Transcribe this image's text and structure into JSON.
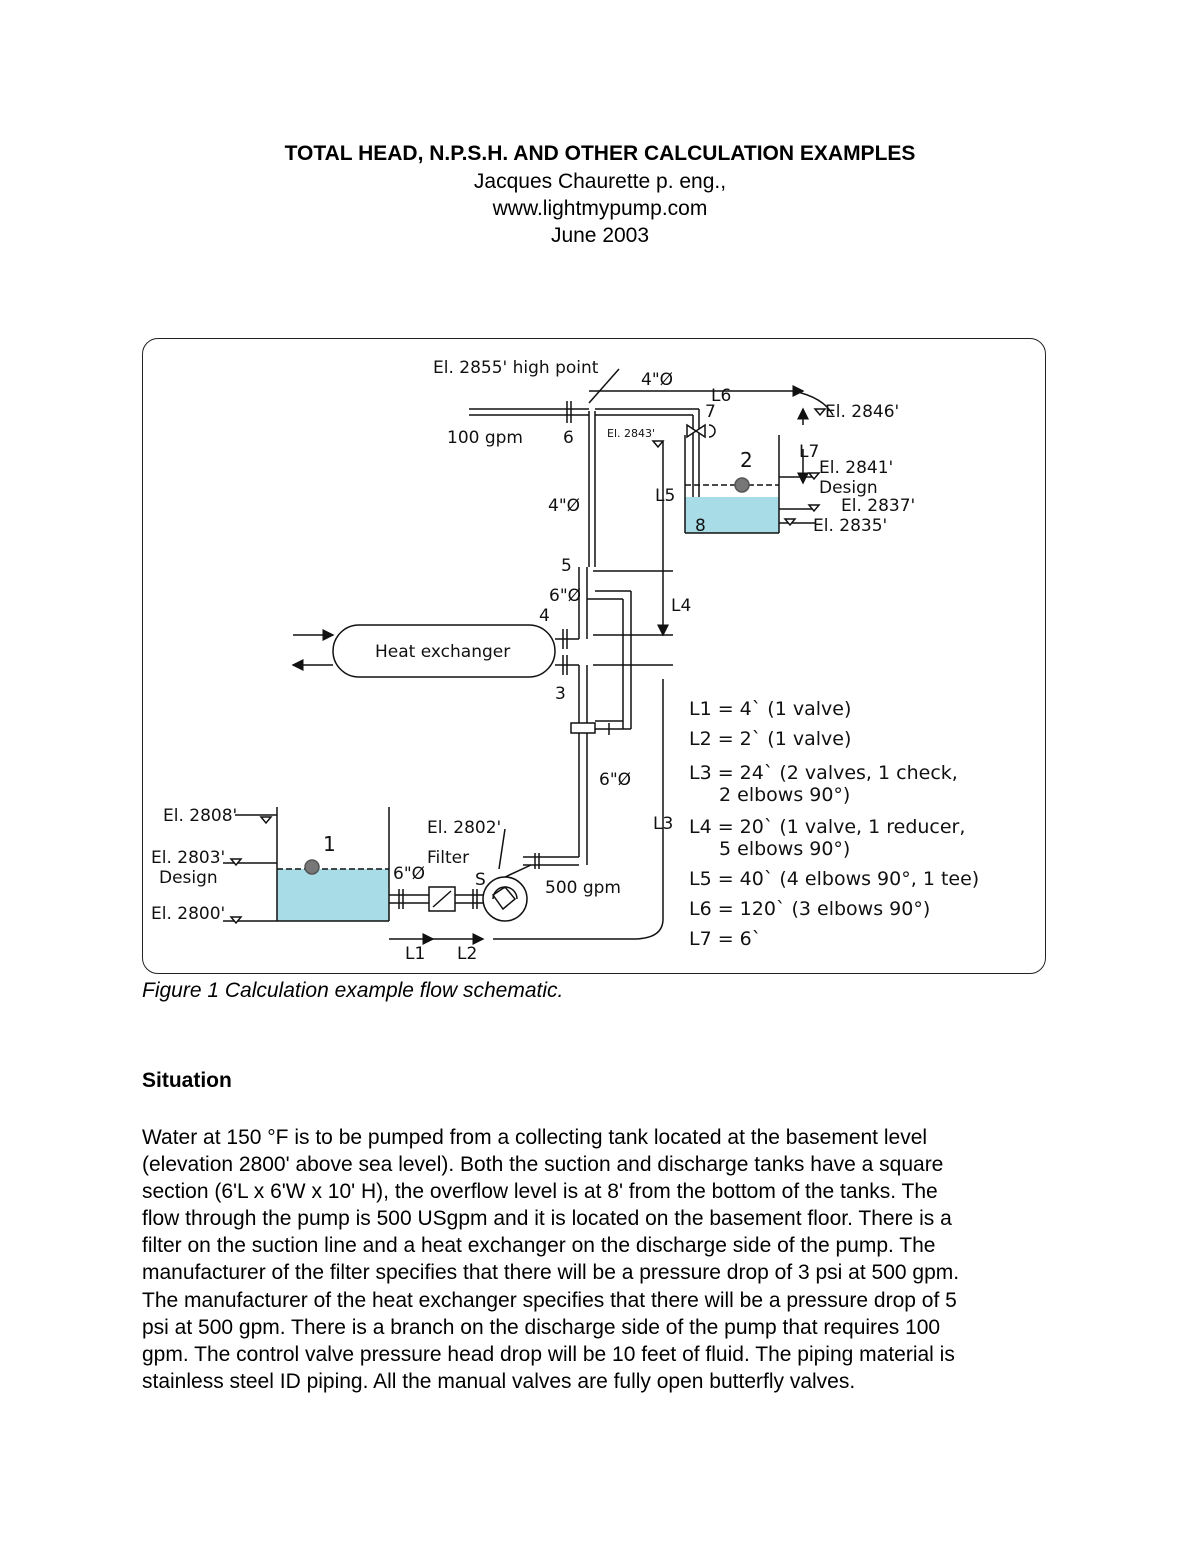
{
  "header": {
    "title": "TOTAL HEAD, N.P.S.H. AND OTHER CALCULATION EXAMPLES",
    "author": "Jacques Chaurette p. eng.,",
    "website": "www.lightmypump.com",
    "date": "June 2003"
  },
  "figure": {
    "caption": "Figure 1 Calculation example flow schematic.",
    "labels": {
      "high_point": "El. 2855' high point",
      "flow_branch": "100 gpm",
      "pt6": "6",
      "pt7": "7",
      "pt8": "8",
      "pt5": "5",
      "pt4": "4",
      "pt3": "3",
      "pt_s": "S",
      "tank2": "2",
      "tank1": "1",
      "el_2843": "El. 2843'",
      "el_2846": "El. 2846'",
      "el_2841": "El. 2841'",
      "design2": "Design",
      "el_2837": "El. 2837'",
      "el_2835": "El. 2835'",
      "dia_4_top": "4\"Ø",
      "dia_4_mid": "4\"Ø",
      "dia_6_a": "6\"Ø",
      "dia_6_b": "6\"Ø",
      "dia_6_c": "6\"Ø",
      "heat_exchanger": "Heat exchanger",
      "filter": "Filter",
      "el_2802": "El. 2802'",
      "el_2808": "El. 2808'",
      "el_2803": "El. 2803'",
      "design1": "Design",
      "el_2800": "El. 2800'",
      "flow_pump": "500 gpm",
      "l1_dim": "L1",
      "l2_dim": "L2",
      "l3_dim": "L3",
      "l4_dim": "L4",
      "l5_dim": "L5",
      "l6_dim": "L6",
      "l7_dim": "L7"
    },
    "legend": [
      "L1 = 4` (1 valve)",
      "L2 = 2` (1 valve)",
      "L3 = 24` (2 valves, 1 check,",
      "2 elbows 90°)",
      "L4 = 20` (1 valve, 1 reducer,",
      "5 elbows 90°)",
      "L5 = 40` (4 elbows 90°, 1 tee)",
      "L6 = 120` (3 elbows 90°)",
      "L7 = 6`"
    ],
    "colors": {
      "water": "#a8dce6",
      "line": "#111111",
      "ball": "#777777"
    }
  },
  "situation": {
    "title": "Situation",
    "lines": [
      "Water at 150 °F is to be pumped from a collecting tank located at the basement level",
      "(elevation 2800' above sea level). Both the suction and discharge tanks have a square",
      "section (6'L x 6'W x 10' H), the overflow level is at 8' from the bottom of the tanks. The",
      "flow through the pump is 500 USgpm and it is located on the basement floor. There is a",
      "filter on the suction line and a heat exchanger on the discharge side of the pump. The",
      "manufacturer of the filter specifies that there will be a pressure drop of 3 psi at 500 gpm.",
      "The manufacturer of the heat exchanger specifies that there will be a pressure drop of 5",
      "psi at 500 gpm. There is a branch on the discharge side of the pump that requires 100",
      "gpm. The control valve pressure head drop will be 10 feet of fluid. The piping material is",
      "stainless steel ID piping. All the manual valves are fully open butterfly valves."
    ]
  }
}
